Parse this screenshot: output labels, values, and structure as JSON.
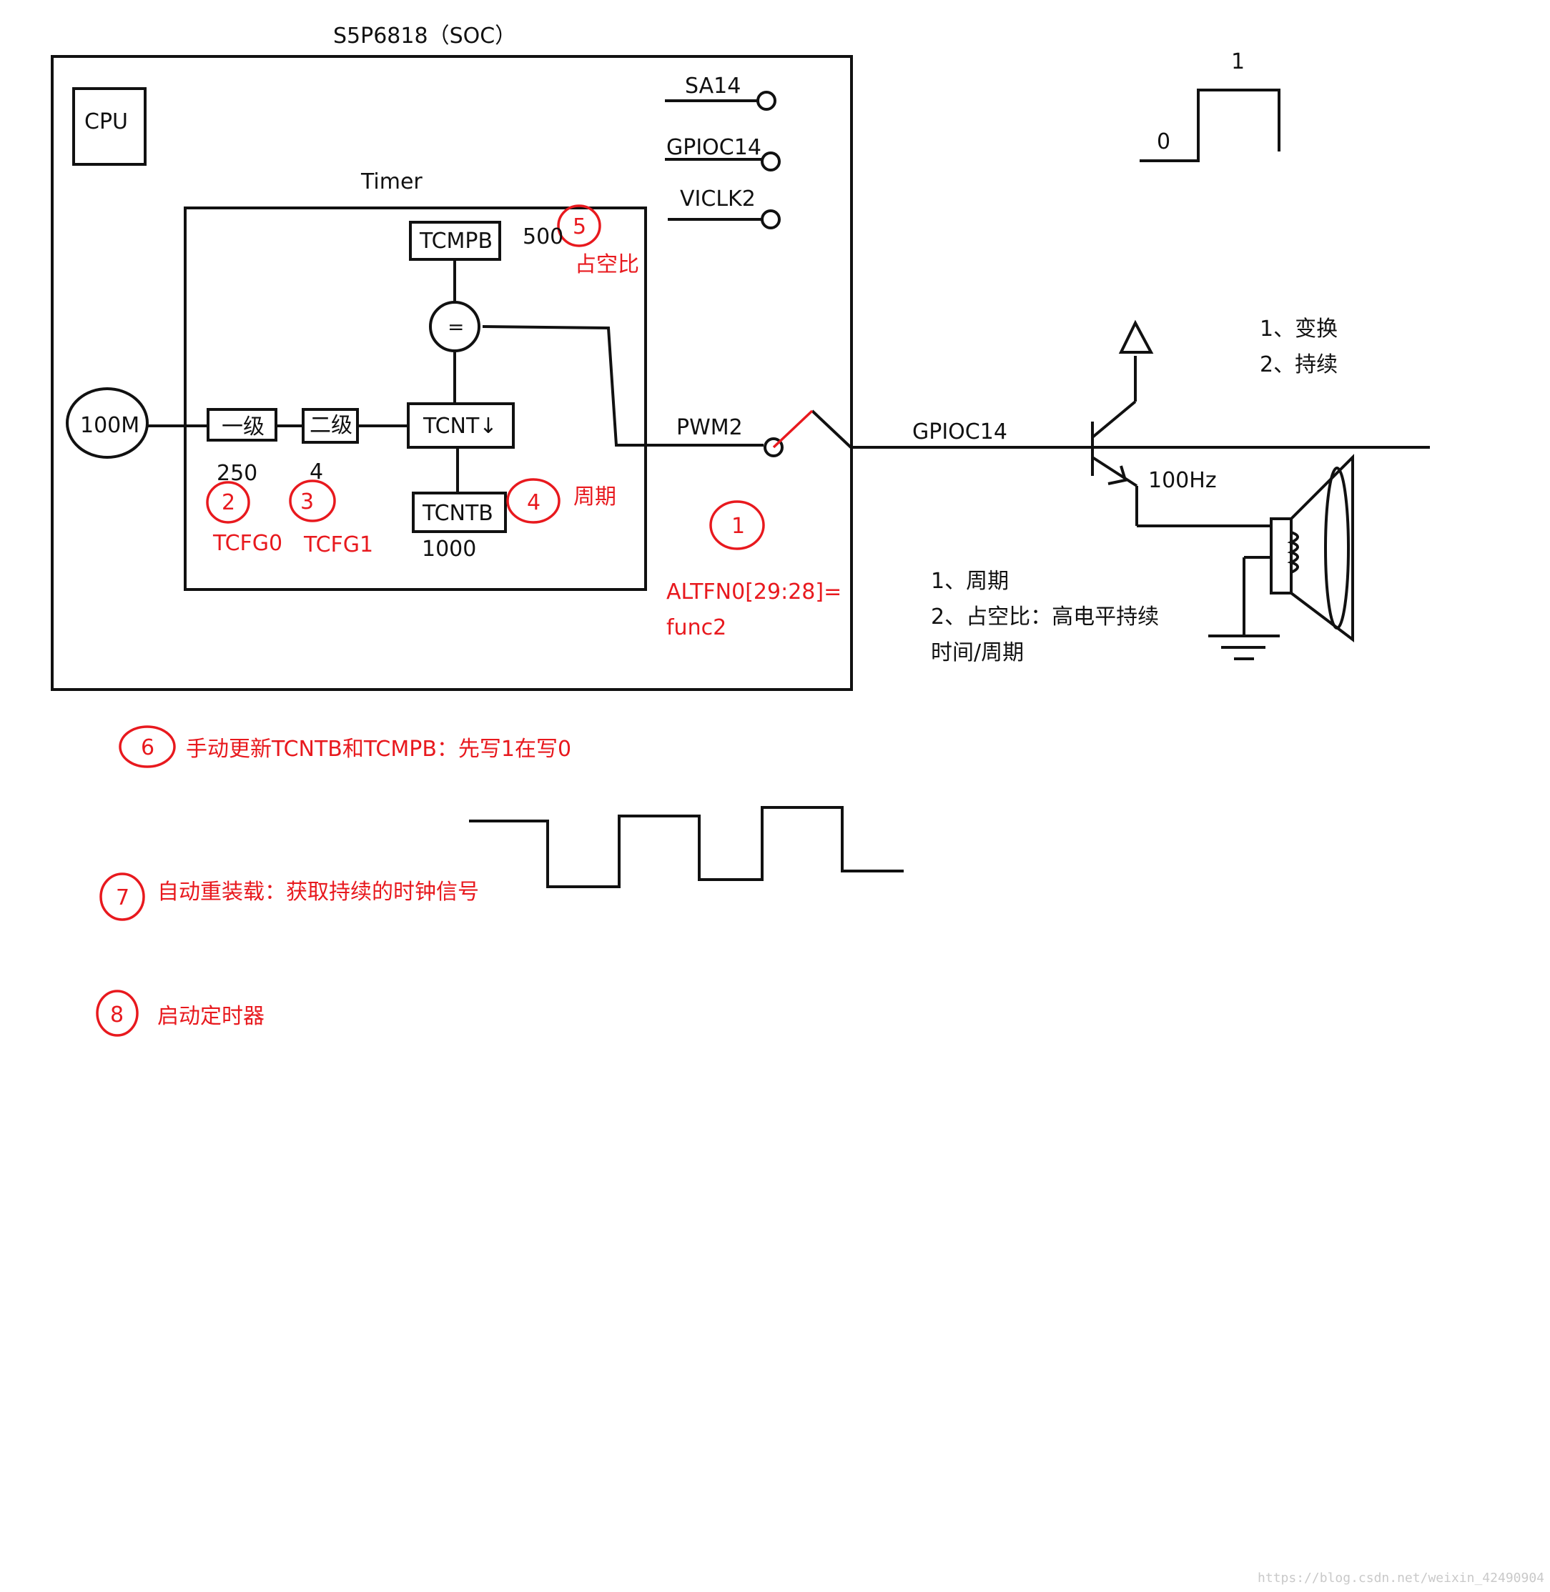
{
  "colors": {
    "ink": "#111111",
    "annotation_red": "#e8191e",
    "watermark": "#c9c9c9"
  },
  "soc": {
    "title": "S5P6818（SOC）",
    "cpu_label": "CPU",
    "timer_label": "Timer"
  },
  "pins": {
    "sa14": "SA14",
    "gpioc14": "GPIOC14",
    "viclk2": "VICLK2"
  },
  "clock": {
    "source": "100M"
  },
  "prescaler": {
    "stage1": "一级",
    "stage2": "二级",
    "stage1_value": "250",
    "stage2_value": "4"
  },
  "timer_blocks": {
    "tcmpb": "TCMPB",
    "tcmpb_value": "500",
    "comparator": "=",
    "tcnt": "TCNT↓",
    "tcntb": "TCNTB",
    "tcntb_value": "1000"
  },
  "output": {
    "pwm": "PWM2",
    "gpio": "GPIOC14",
    "buzzer_freq": "100Hz"
  },
  "steps": [
    {
      "num": "1",
      "text_line1": "ALTFN0[29:28]=",
      "text_line2": "func2"
    },
    {
      "num": "2",
      "text": "TCFG0"
    },
    {
      "num": "3",
      "text": "TCFG1"
    },
    {
      "num": "4",
      "text": "周期"
    },
    {
      "num": "5",
      "text": "占空比"
    },
    {
      "num": "6",
      "text": "手动更新TCNTB和TCMPB：先写1在写0"
    },
    {
      "num": "7",
      "text": "自动重装载：获取持续的时钟信号"
    },
    {
      "num": "8",
      "text": "启动定时器"
    }
  ],
  "notes_right": {
    "line1": "1、变换",
    "line2": "2、持续"
  },
  "notes_pwm": {
    "line1": "1、周期",
    "line2": "2、占空比：高电平持续",
    "line3": "时间/周期"
  },
  "edge_wave": {
    "low": "0",
    "high": "1"
  },
  "watermark": "https://blog.csdn.net/weixin_42490904"
}
